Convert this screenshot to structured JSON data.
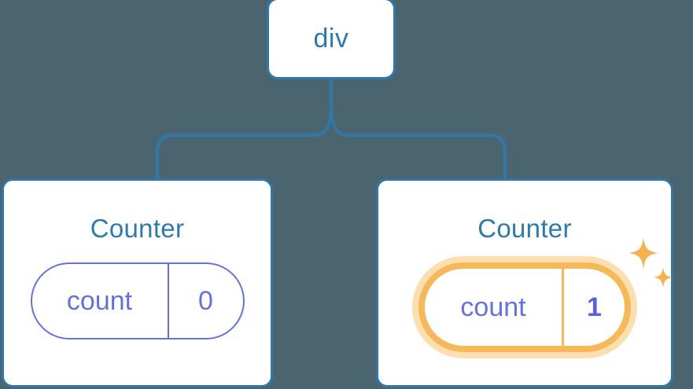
{
  "diagram": {
    "title": "React component tree with updated state",
    "background_color": "#4b6570",
    "accent_colors": {
      "card_border": "#3178a8",
      "node_text": "#2e7aab",
      "pill_idle": "#6573d8",
      "pill_highlight": "#f5b95a",
      "pill_highlight_halo": "#fbdfb0",
      "value_highlight_text": "#5b5fe0",
      "sparkle": "#f5b14f"
    }
  },
  "root": {
    "label": "div"
  },
  "children": [
    {
      "title": "Counter",
      "state": {
        "key": "count",
        "value": "0",
        "highlighted": false
      }
    },
    {
      "title": "Counter",
      "state": {
        "key": "count",
        "value": "1",
        "highlighted": true
      }
    }
  ],
  "icons": {
    "sparkle_large": "sparkle-icon",
    "sparkle_small": "sparkle-icon"
  }
}
